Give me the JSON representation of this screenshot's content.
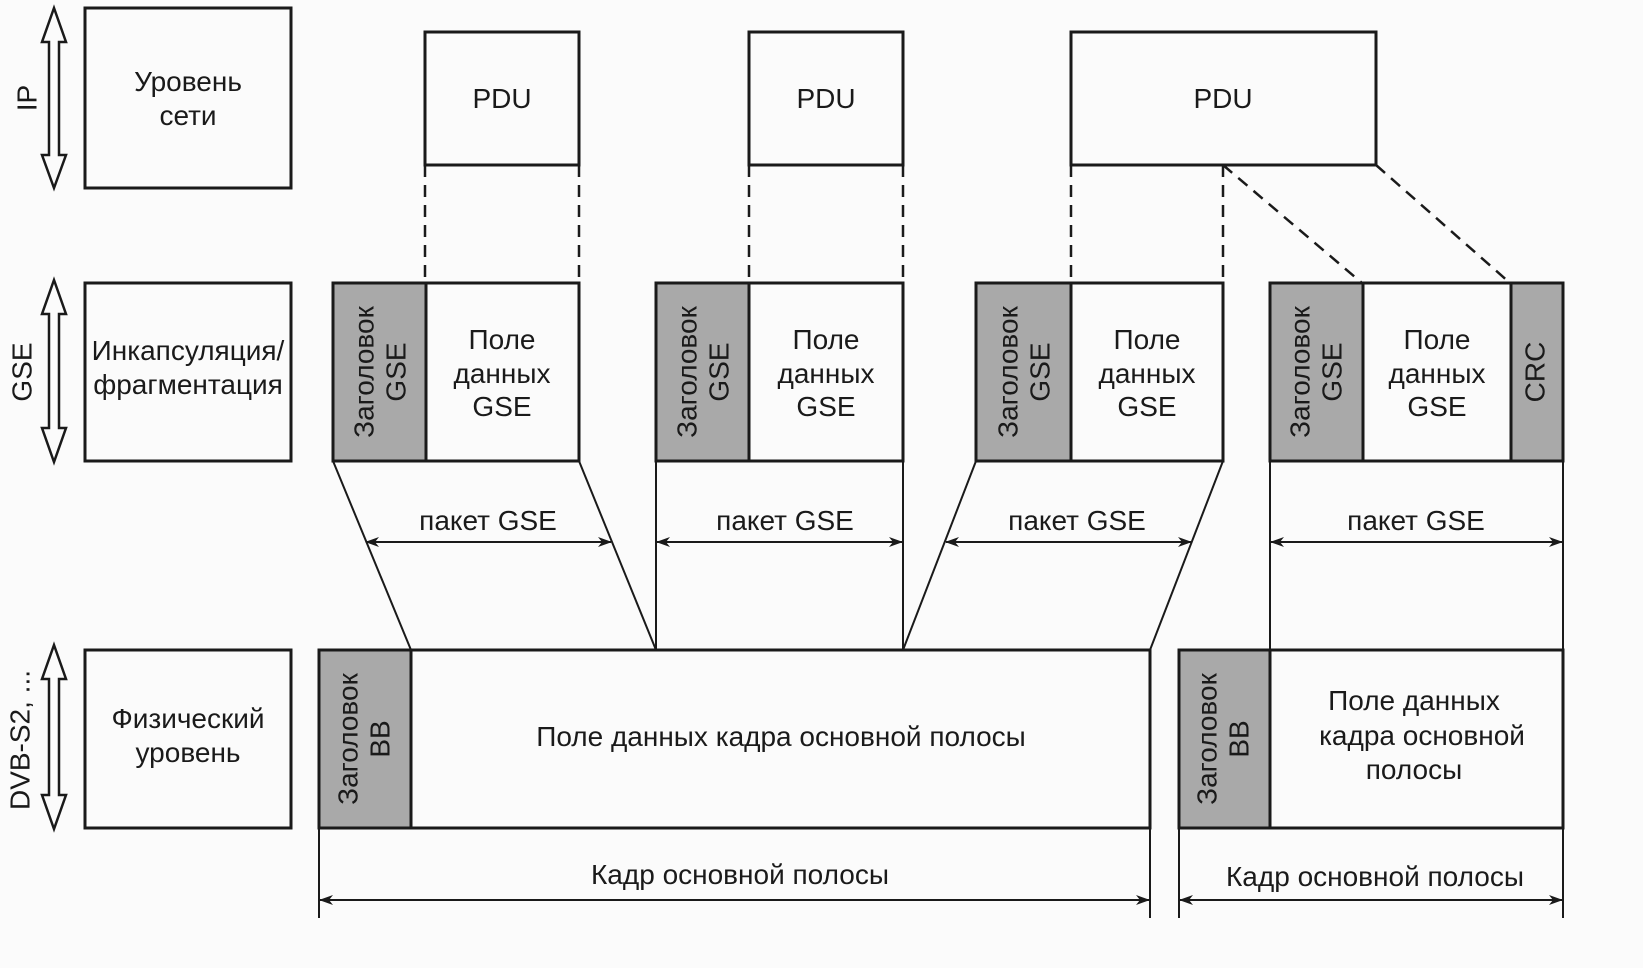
{
  "layers": [
    {
      "axis_label": "IP",
      "box_lines": [
        "Уровень",
        "сети"
      ]
    },
    {
      "axis_label": "GSE",
      "box_lines": [
        "Инкапсуляция/",
        "фрагментация"
      ]
    },
    {
      "axis_label": "DVB-S2, ...",
      "box_lines": [
        "Физический",
        "уровень"
      ]
    }
  ],
  "pdu_label": "PDU",
  "gse": {
    "header_lines": [
      "Заголовок",
      "GSE"
    ],
    "data_lines": [
      "Поле",
      "данных",
      "GSE"
    ],
    "crc_label": "CRC",
    "packet_label": "пакет GSE"
  },
  "bb": {
    "header_lines": [
      "Заголовок",
      "BB"
    ],
    "data_field_single": "Поле данных кадра основной полосы",
    "data_field_lines": [
      "Поле данных",
      "кадра основной",
      "полосы"
    ],
    "frame_label": "Кадр основной полосы"
  },
  "colors": {
    "header_fill": "#a9a9a9",
    "line": "#1a1a1a",
    "background": "#fbfbfb"
  }
}
